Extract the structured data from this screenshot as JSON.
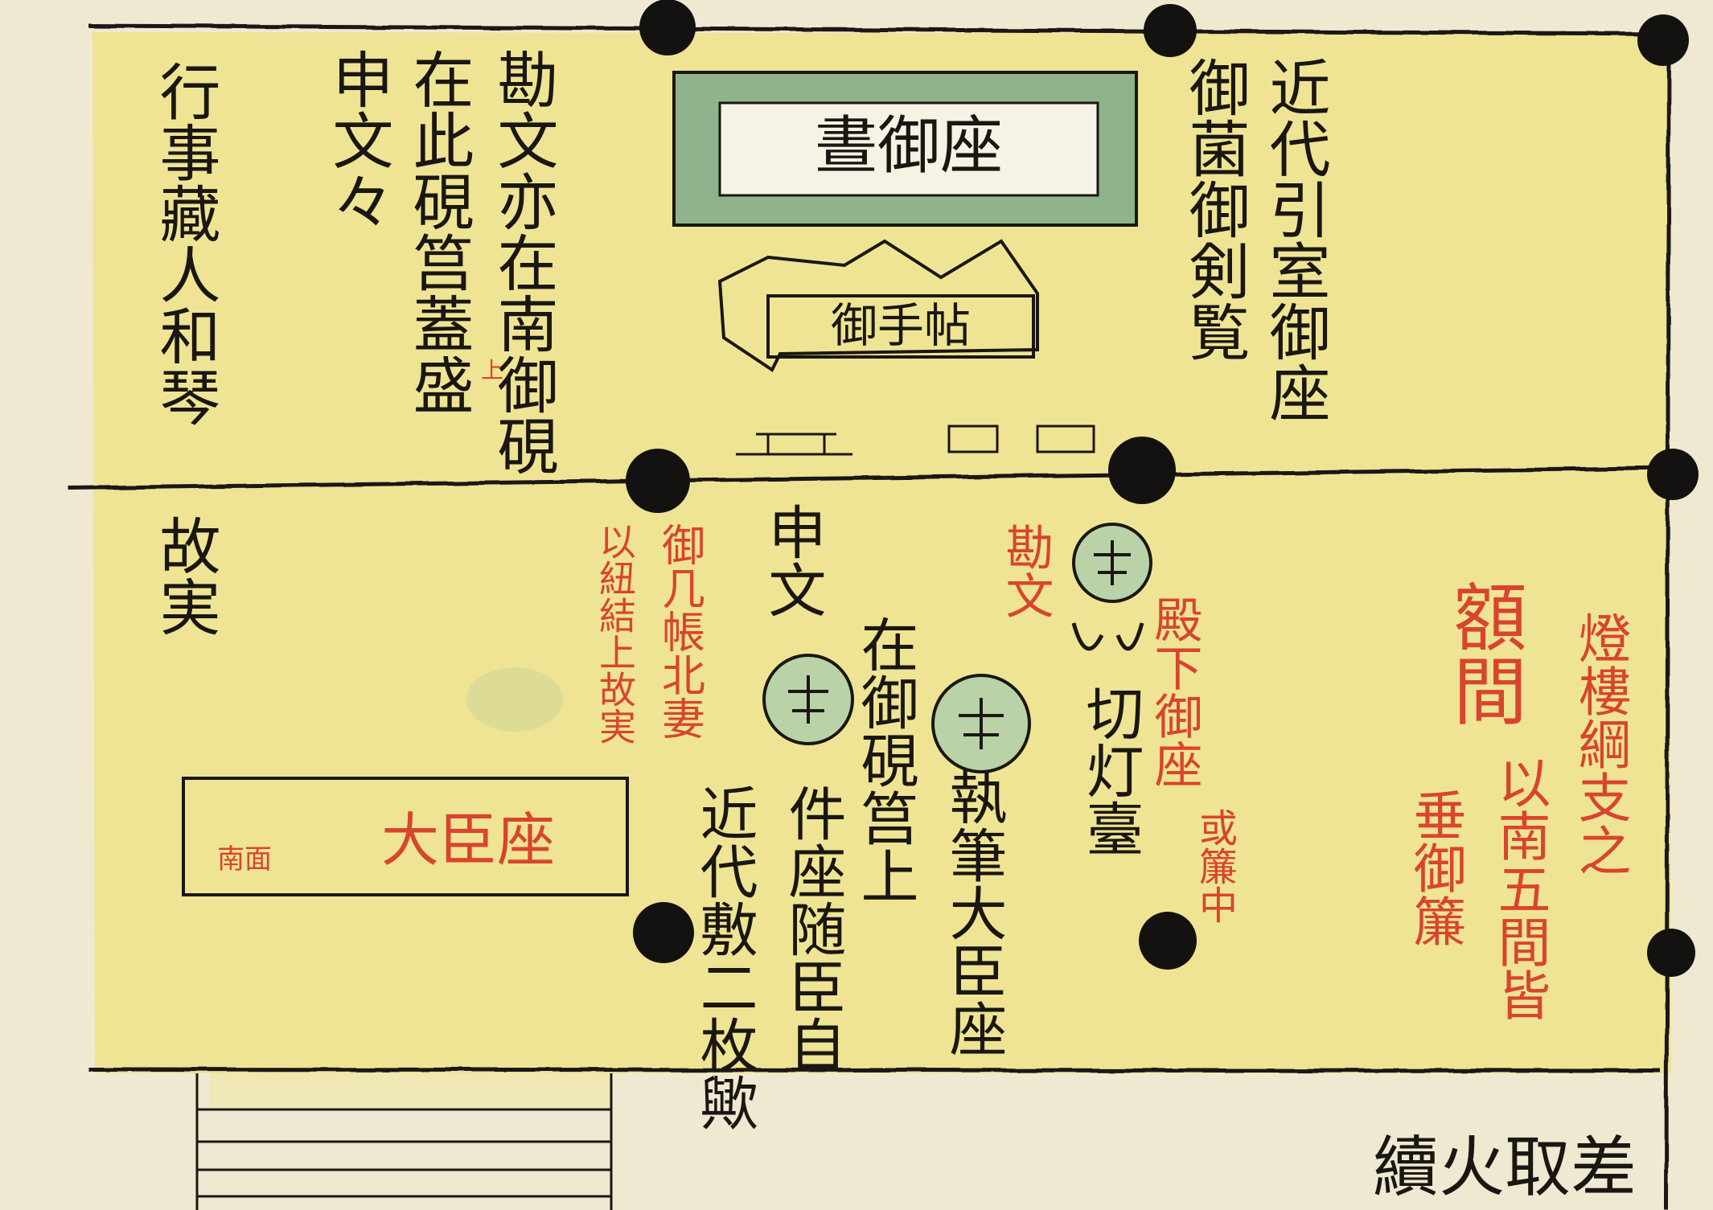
{
  "colors": {
    "paper": "#efe9d2",
    "wash": "#ede38a",
    "wash_light": "#f1ea9f",
    "ink": "#1a1712",
    "red": "#d8452e",
    "green_mat": "#8fb48c",
    "green_disc": "#b9d2a8"
  },
  "labels": {
    "imperial_seat": "晝御座",
    "te_cho": "御手帖",
    "minister_seat": "大臣座",
    "minister_seat_note": "南面",
    "top_left_1": "行事藏人和琴",
    "top_left_2": "故実",
    "top_mid_1": "勘文亦在南御硯",
    "top_mid_2": "在此硯筥蓋盛",
    "top_mid_2_mark": "上",
    "top_mid_3": "申文々",
    "top_right_1": "近代引室御座",
    "top_right_2": "御菌御剣覧",
    "mid_shinbun": "申文",
    "mid_zai_suzuri": "在御硯筥上",
    "mid_kenza": "件座随臣自",
    "mid_kindai": "近代敷二枚歟",
    "mid_shippitsu": "執筆大臣座",
    "mid_kirito": "切灯臺",
    "red_kanmon": "勘文",
    "red_denka": "殿下御座",
    "red_aruiwa": "或簾中",
    "red_gocho_1": "御几帳北妻",
    "red_gocho_2": "以紐結上故実",
    "red_gakuma": "額間",
    "red_toro_1": "燈樓綱支之",
    "red_toro_2": "以南五間皆",
    "red_toro_3": "垂御簾",
    "bottom_right": "續火取差"
  },
  "icons": [
    "pillar-dot",
    "round-cushion-icon",
    "lamp-stand-icon"
  ]
}
